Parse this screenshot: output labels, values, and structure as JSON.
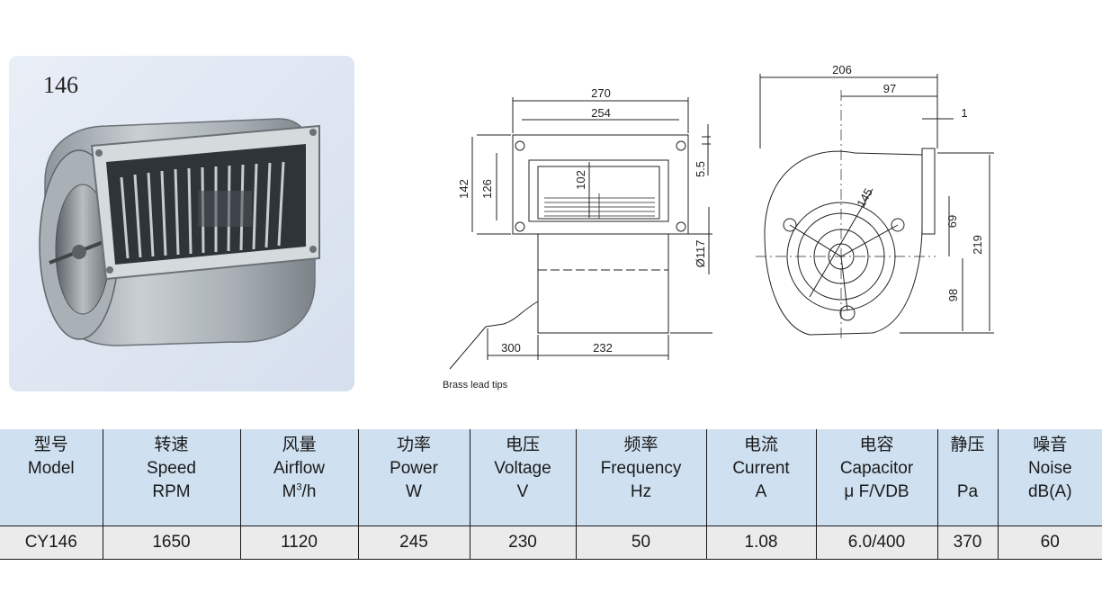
{
  "product": {
    "model_label": "146"
  },
  "drawing": {
    "front": {
      "width_outer": "270",
      "width_inner": "254",
      "height_outer": "142",
      "height_inner": "126",
      "outlet_height": "102",
      "offset": "5.5",
      "diameter": "Ø117",
      "lead_length": "300",
      "housing_length": "232",
      "lead_note": "Brass lead tips"
    },
    "side": {
      "overall_width": "206",
      "bracket_offset": "97",
      "bracket_thickness": "1",
      "diameter_small": "145",
      "bracket_height": "69",
      "overall_height": "219",
      "center_height": "98"
    }
  },
  "table": {
    "headers": [
      {
        "zh": "型号",
        "en": "Model",
        "unit": ""
      },
      {
        "zh": "转速",
        "en": "Speed",
        "unit": "RPM"
      },
      {
        "zh": "风量",
        "en": "Airflow",
        "unit_base": "M",
        "unit_sup": "3",
        "unit_tail": "/h"
      },
      {
        "zh": "功率",
        "en": "Power",
        "unit": "W"
      },
      {
        "zh": "电压",
        "en": "Voltage",
        "unit": "V"
      },
      {
        "zh": "频率",
        "en": "Frequency",
        "unit": "Hz"
      },
      {
        "zh": "电流",
        "en": "Current",
        "unit": "A"
      },
      {
        "zh": "电容",
        "en": "Capacitor",
        "unit": "μ F/VDB"
      },
      {
        "zh": "静压",
        "en": "",
        "unit": "Pa"
      },
      {
        "zh": "噪音",
        "en": "Noise",
        "unit": "dB(A)"
      }
    ],
    "row": {
      "model": "CY146",
      "speed": "1650",
      "airflow": "1120",
      "power": "245",
      "voltage": "230",
      "frequency": "50",
      "current": "1.08",
      "capacitor": "6.0/400",
      "pressure": "370",
      "noise": "60"
    }
  }
}
